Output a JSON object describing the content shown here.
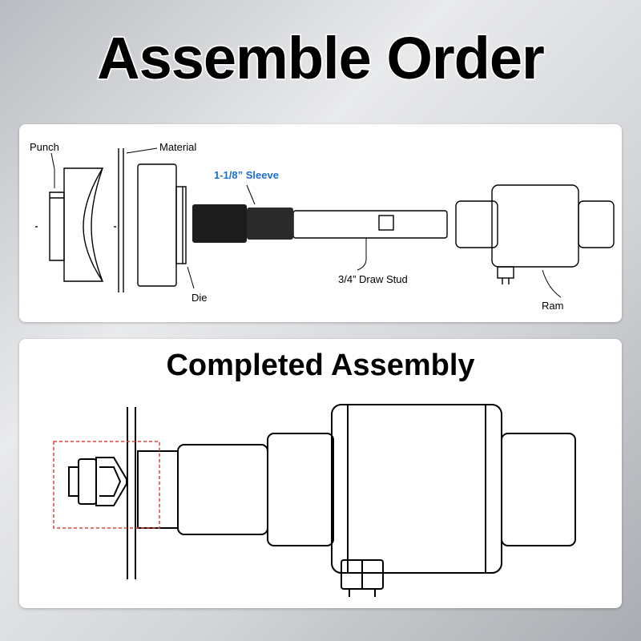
{
  "title": "Assemble Order",
  "exploded": {
    "labels": {
      "punch": "Punch",
      "material": "Material",
      "sleeve": "1-1/8” Sleeve",
      "die": "Die",
      "draw_stud": "3/4” Draw Stud",
      "ram": "Ram"
    },
    "sleeve_color": "#1a6fd1"
  },
  "completed": {
    "title": "Completed Assembly",
    "highlight_color": "#e0403a"
  }
}
